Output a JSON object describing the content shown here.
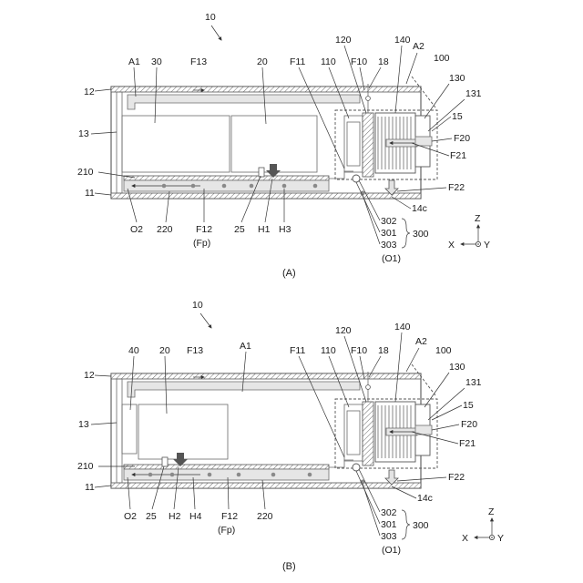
{
  "figure": {
    "panels": [
      {
        "id": "A",
        "caption": "(A)",
        "main_ref": "10",
        "labels": {
          "p10": "10",
          "p120": "120",
          "p140": "140",
          "pA2": "A2",
          "p100": "100",
          "pA1": "A1",
          "p30": "30",
          "pF13": "F13",
          "p20": "20",
          "pF11": "F11",
          "p110": "110",
          "pF10": "F10",
          "p18": "18",
          "p130": "130",
          "p131": "131",
          "p12": "12",
          "p15": "15",
          "p13": "13",
          "pF20": "F20",
          "pF21": "F21",
          "p210": "210",
          "pF22": "F22",
          "p11": "11",
          "p14c": "14c",
          "pO2": "O2",
          "p220": "220",
          "pF12": "F12",
          "pFp": "(Fp)",
          "p25": "25",
          "pH1": "H1",
          "pH3": "H3",
          "p302": "302",
          "p301": "301",
          "p303": "303",
          "p300": "300",
          "pO1": "(O1)"
        },
        "axes": {
          "vertical": "Z",
          "left": "X",
          "right": "Y"
        }
      },
      {
        "id": "B",
        "caption": "(B)",
        "main_ref": "10",
        "labels": {
          "p10": "10",
          "p120": "120",
          "p140": "140",
          "pA2": "A2",
          "p100": "100",
          "p40": "40",
          "p20": "20",
          "pF13": "F13",
          "pA1": "A1",
          "pF11": "F11",
          "p110": "110",
          "pF10": "F10",
          "p18": "18",
          "p130": "130",
          "p131": "131",
          "p12": "12",
          "p15": "15",
          "p13": "13",
          "pF20": "F20",
          "pF21": "F21",
          "p210": "210",
          "pF22": "F22",
          "p11": "11",
          "p14c": "14c",
          "pO2": "O2",
          "p25": "25",
          "pH2": "H2",
          "pH4": "H4",
          "pF12": "F12",
          "pFp": "(Fp)",
          "p220": "220",
          "p302": "302",
          "p301": "301",
          "p303": "303",
          "p300": "300",
          "pO1": "(O1)"
        },
        "axes": {
          "vertical": "Z",
          "left": "X",
          "right": "Y"
        }
      }
    ]
  }
}
